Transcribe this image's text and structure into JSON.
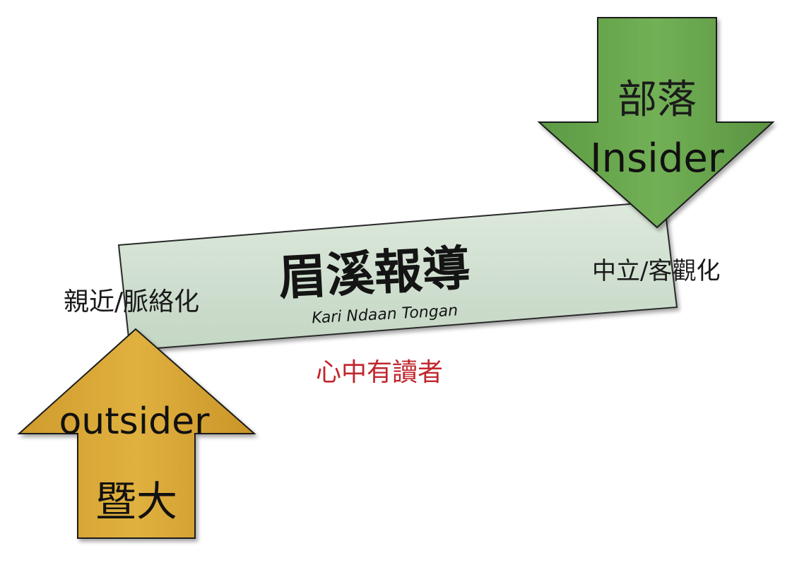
{
  "diagram": {
    "logo": {
      "title": "眉溪報導",
      "subtitle": "Kari Ndaan Tongan"
    },
    "top_arrow": {
      "line1": "部落",
      "line2": "Insider",
      "color": "#6aa84f"
    },
    "bottom_arrow": {
      "line1": "outsider",
      "line2": "暨大",
      "color": "#d8a935"
    },
    "left_label": "親近/脈絡化",
    "right_label": "中立/客觀化",
    "center_label": "心中有讀者",
    "center_label_color": "#c0262d",
    "band_color": "#cfdecf"
  }
}
